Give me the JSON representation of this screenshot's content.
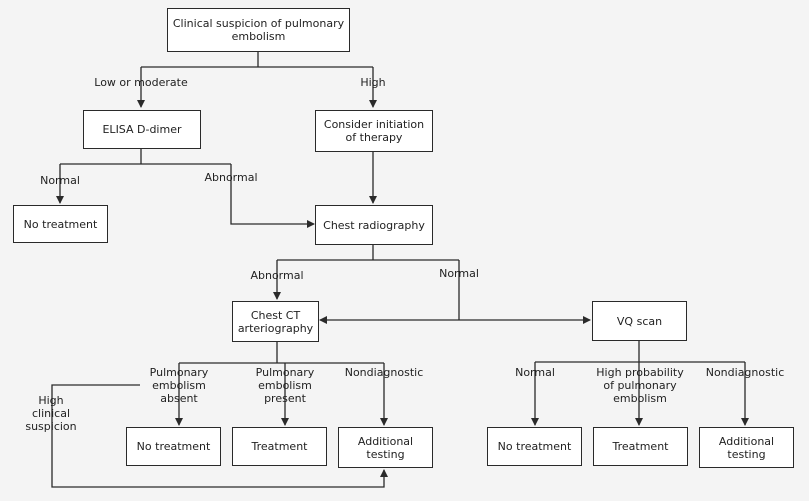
{
  "nodes": {
    "clinical_suspicion": "Clinical suspicion of pulmonary embolism",
    "elisa": "ELISA D-dimer",
    "consider_therapy": "Consider initiation of therapy",
    "no_treatment_1": "No treatment",
    "chest_radiography": "Chest radiography",
    "chest_ct": "Chest CT arteriography",
    "vq_scan": "VQ scan",
    "no_treatment_2": "No treatment",
    "treatment_1": "Treatment",
    "additional_testing_1": "Additional testing",
    "no_treatment_3": "No treatment",
    "treatment_2": "Treatment",
    "additional_testing_2": "Additional testing"
  },
  "edge_labels": {
    "low_moderate": "Low or moderate",
    "high": "High",
    "normal_1": "Normal",
    "abnormal_1": "Abnormal",
    "abnormal_2": "Abnormal",
    "normal_2": "Normal",
    "pe_absent": "Pulmonary embolism absent",
    "pe_present": "Pulmonary embolism present",
    "nondiagnostic_1": "Nondiagnostic",
    "high_clinical": "High clinical suspicion",
    "normal_3": "Normal",
    "high_prob": "High probability of pulmonary embolism",
    "nondiagnostic_2": "Nondiagnostic"
  }
}
